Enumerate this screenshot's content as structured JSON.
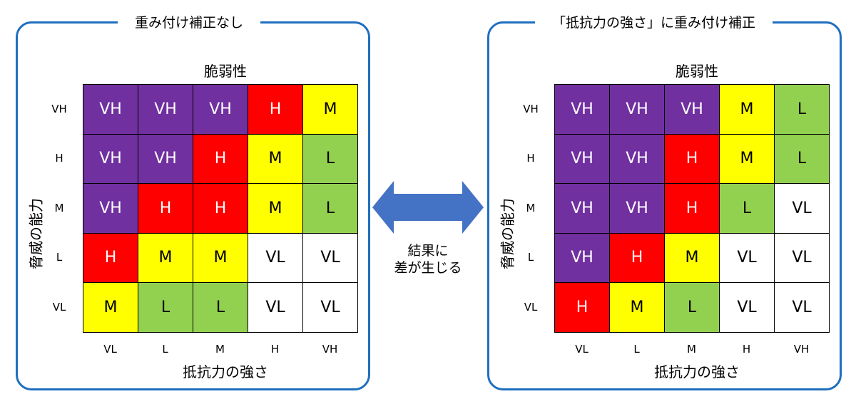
{
  "left_panel": {
    "title": "重み付け補正なし",
    "x_title": "脆弱性",
    "x_axis_title": "抵抗力の強さ",
    "y_title": "脅威の能力",
    "row_labels": [
      "VH",
      "H",
      "M",
      "L",
      "VL"
    ],
    "col_labels": [
      "VL",
      "L",
      "M",
      "H",
      "VH"
    ],
    "matrix": [
      [
        "VH",
        "VH",
        "VH",
        "H",
        "M"
      ],
      [
        "VH",
        "VH",
        "H",
        "M",
        "L"
      ],
      [
        "VH",
        "H",
        "H",
        "M",
        "L"
      ],
      [
        "H",
        "M",
        "M",
        "VL",
        "VL"
      ],
      [
        "M",
        "L",
        "L",
        "VL",
        "VL"
      ]
    ]
  },
  "right_panel": {
    "title": "「抵抗力の強さ」に重み付け補正",
    "x_title": "脆弱性",
    "x_axis_title": "抵抗力の強さ",
    "y_title": "脅威の能力",
    "row_labels": [
      "VH",
      "H",
      "M",
      "L",
      "VL"
    ],
    "col_labels": [
      "VL",
      "L",
      "M",
      "H",
      "VH"
    ],
    "matrix": [
      [
        "VH",
        "VH",
        "VH",
        "M",
        "L"
      ],
      [
        "VH",
        "VH",
        "H",
        "M",
        "L"
      ],
      [
        "VH",
        "VH",
        "H",
        "L",
        "VL"
      ],
      [
        "VH",
        "H",
        "M",
        "VL",
        "VL"
      ],
      [
        "H",
        "M",
        "L",
        "VL",
        "VL"
      ]
    ]
  },
  "center": {
    "line1": "結果に",
    "line2": "差が生じる",
    "arrow_color": "#4472c4"
  },
  "colors": {
    "VH": "#7030a0",
    "H": "#ff0000",
    "M": "#ffff00",
    "L": "#92d050",
    "VL": "#ffffff",
    "frame": "#1f6fc0"
  }
}
